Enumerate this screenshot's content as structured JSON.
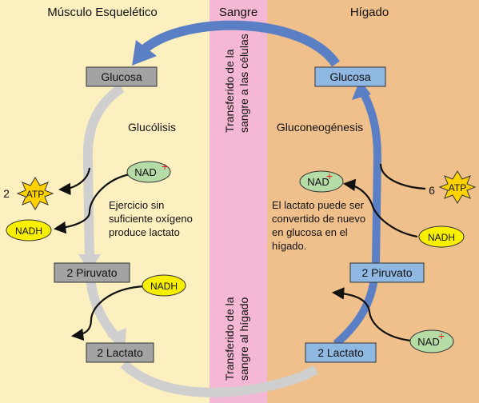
{
  "regions": {
    "muscle": {
      "title": "Músculo Esquelético",
      "color": "#fdf0c0"
    },
    "blood": {
      "title": "Sangre",
      "color": "#f4b8d4"
    },
    "liver": {
      "title": "Hígado",
      "color": "#f0c08c"
    }
  },
  "blood_labels": {
    "top_line1": "Transferido de la",
    "top_line2": "sangre a las células",
    "bottom_line1": "Transferido de la",
    "bottom_line2": "sangre al hígado"
  },
  "muscle": {
    "glucose": "Glucosa",
    "pathway": "Glucólisis",
    "pyruvate": "2 Piruvato",
    "lactate": "2 Lactato",
    "note_line1": "Ejercicio sin",
    "note_line2": "suficiente oxígeno",
    "note_line3": "produce lactato",
    "atp_count": "2",
    "atp": "ATP",
    "nad": "NAD",
    "nadh_out": "NADH",
    "nadh_in": "NADH",
    "nad_plus": "+"
  },
  "liver": {
    "glucose": "Glucosa",
    "pathway": "Gluconeogénesis",
    "pyruvate": "2 Piruvato",
    "lactate": "2 Lactato",
    "note_line1": "El lactato puede ser",
    "note_line2": "convertido de nuevo",
    "note_line3": "en glucosa en el",
    "note_line4": "hígado.",
    "atp_count": "6",
    "atp": "ATP",
    "nad_top": "NAD",
    "nad_bottom": "NAD",
    "nadh": "NADH",
    "nad_plus": "+"
  },
  "colors": {
    "muscle_box": "#a3a3a3",
    "liver_box": "#8fb8e3",
    "cycle_gray": "#cfcfcf",
    "cycle_blue": "#5b7fc4",
    "nad_green": "#b5dba6",
    "nadh_yellow": "#f9f000",
    "atp_burst": "#ffd200",
    "plus_red": "#e51b24"
  }
}
